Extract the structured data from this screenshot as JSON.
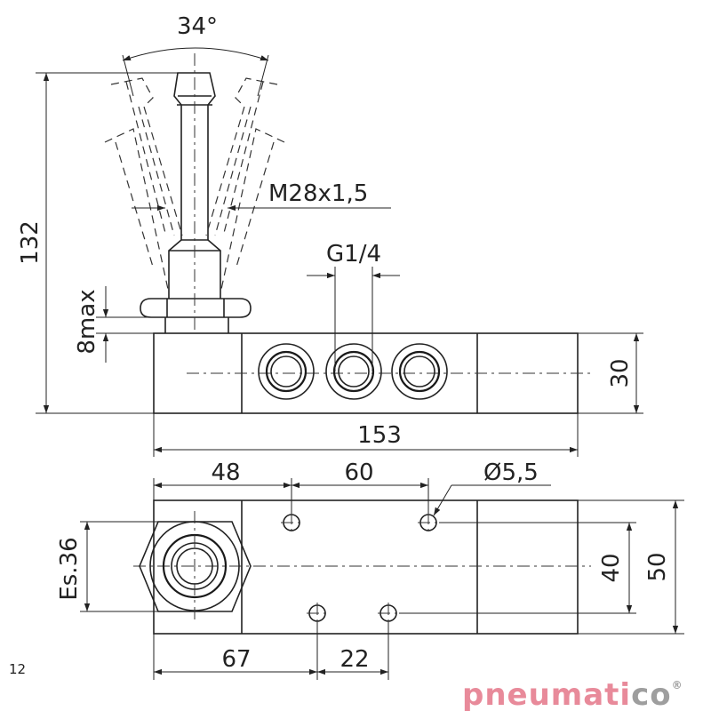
{
  "dimensions": {
    "angle": "34°",
    "height_total": "132",
    "thread": "M28x1,5",
    "port": "G1/4",
    "nut_height": "8max",
    "body_height": "30",
    "length": "153",
    "hole_spacing_a": "48",
    "hole_spacing_b": "60",
    "hole_diameter": "Ø5,5",
    "hex_size": "Es.36",
    "hole_pitch": "40",
    "body_width": "50",
    "offset_a": "67",
    "offset_b": "22"
  },
  "page_number": "12",
  "brand": {
    "name_main": "pneumati",
    "name_tail": "co",
    "registered": "®",
    "color": "#e88a9a",
    "tail_color": "#9e9e9e"
  }
}
